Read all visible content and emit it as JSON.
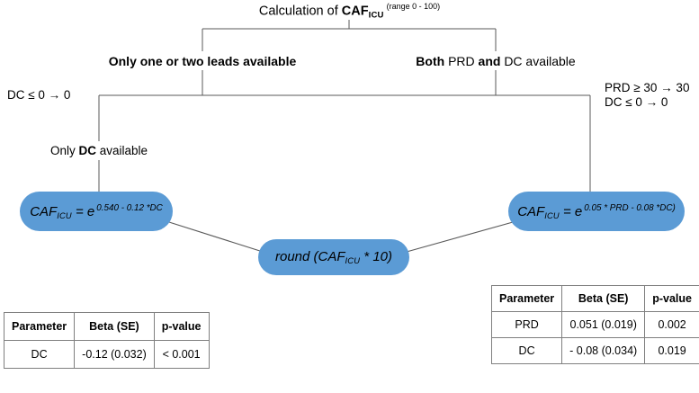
{
  "diagram": {
    "title": {
      "prefix": "Calculation of ",
      "acronym": "CAF",
      "subscript": "ICU",
      "note": "(range 0 - 100)"
    },
    "branches": {
      "left": "Only one or two leads available",
      "right": {
        "word1": "Both",
        "word2": " PRD ",
        "word3": "and",
        "word4": " DC available"
      }
    },
    "notes": {
      "left": "DC ≤ 0 → 0",
      "right_line1": "PRD ≥ 30 → 30",
      "right_line2": "DC  ≤   0 → 0"
    },
    "sub_branch": {
      "prefix": "Only ",
      "bold": "DC",
      "suffix": " available"
    },
    "nodes": {
      "left_formula": {
        "name": "CAF",
        "subscript": "ICU",
        "operator": " = e",
        "exponent": "0.540 - 0.12 *DC"
      },
      "right_formula": {
        "name": "CAF",
        "subscript": "ICU",
        "operator": " = e",
        "exponent": "0.05 * PRD  - 0.08 *DC)"
      },
      "round_formula": {
        "prefix": "round (",
        "name": "CAF",
        "subscript": "ICU",
        "suffix": " * 10)"
      }
    },
    "colors": {
      "node_fill": "#5B9BD5",
      "line": "#595959",
      "table_border": "#7f7f7f"
    }
  },
  "tables": {
    "left": {
      "headers": [
        "Parameter",
        "Beta (SE)",
        "p-value"
      ],
      "rows": [
        [
          "DC",
          "-0.12 (0.032)",
          "< 0.001"
        ]
      ]
    },
    "right": {
      "headers": [
        "Parameter",
        "Beta (SE)",
        "p-value"
      ],
      "rows": [
        [
          "PRD",
          "0.051 (0.019)",
          "0.002"
        ],
        [
          "DC",
          "- 0.08 (0.034)",
          "0.019"
        ]
      ]
    }
  }
}
